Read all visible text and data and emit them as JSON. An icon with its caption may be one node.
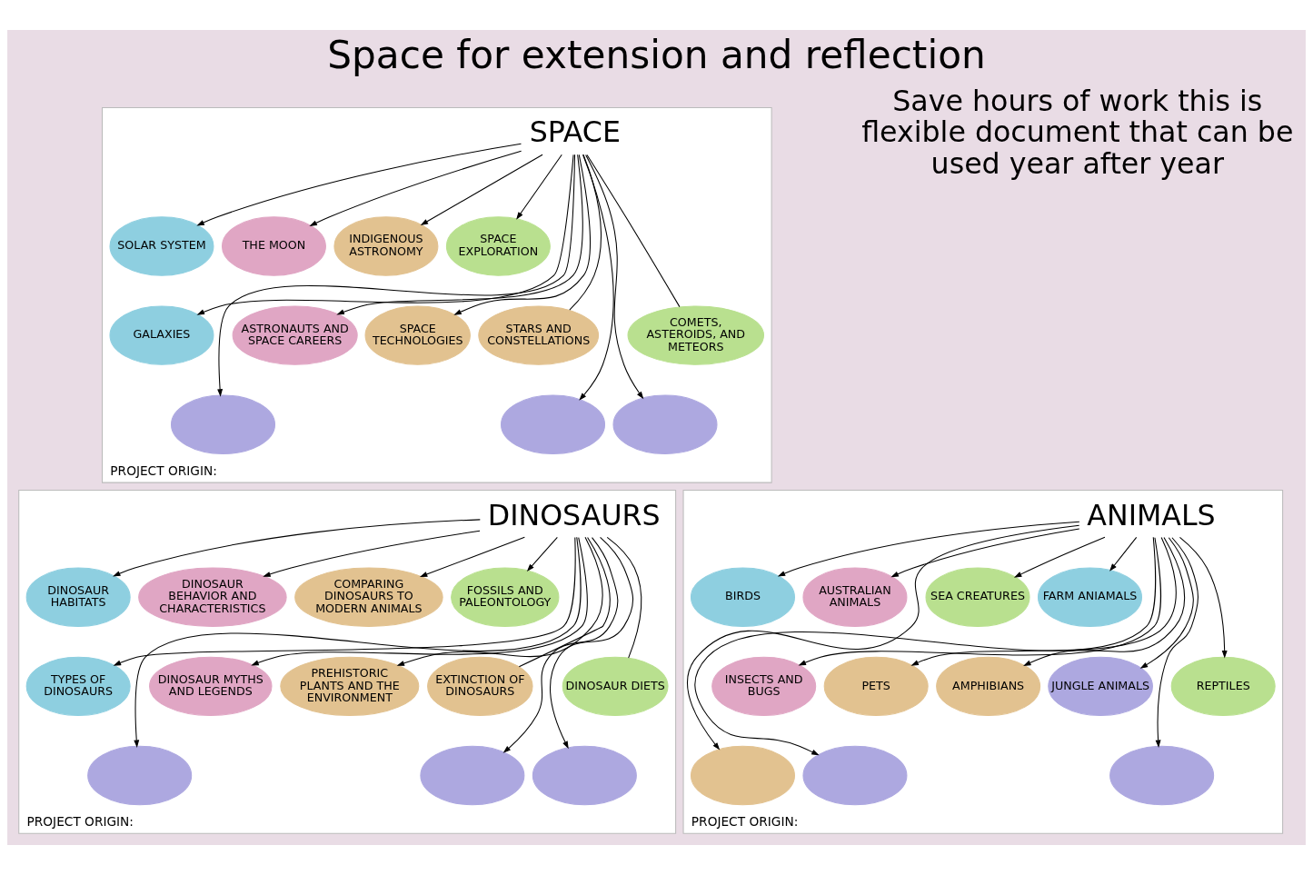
{
  "diagram": {
    "title": "Space for extension and reflection",
    "nodes": [
      {
        "text": [
          "PROJECT ORIGIN:"
        ]
      },
      {
        "text": [
          "SPACE"
        ],
        "in": 0
      },
      {
        "text": [
          "SOLAR SYSTEM"
        ],
        "in": 0
      },
      {
        "text": [
          "THE MOON"
        ],
        "in": 0
      },
      {
        "text": [
          "INDIGENOUS ASTRONOMY"
        ],
        "in": 0
      },
      {
        "text": [
          "SPACE EXPLORATION"
        ],
        "in": 0
      },
      {
        "text": [
          "GALAXIES"
        ],
        "in": 0
      },
      {
        "text": [],
        "shape": "ellipse",
        "in": 0
      },
      {
        "text": [
          "ASTRONAUTS AND SPACE CAREERS"
        ],
        "in": 0
      },
      {
        "text": [
          "SPACE TECHNOLOGIES"
        ],
        "in": 0
      },
      {
        "text": [
          "STARS AND CONSTELLATIONS"
        ],
        "in": 0
      },
      {
        "text": [],
        "shape": "ellipse",
        "in": 0
      },
      {
        "text": [],
        "shape": "ellipse",
        "in": 0
      },
      {
        "text": [
          "COMETS, ASTEROIDS, AND METEORS"
        ],
        "in": 0
      },
      {
        "text": [
          "PROJECT ORIGIN:"
        ]
      },
      {
        "text": [
          "DINOSAURS"
        ],
        "in": 14
      },
      {
        "text": [
          "DINOSAUR HABITATS"
        ],
        "in": 14
      },
      {
        "text": [
          "DINOSAUR BEHAVIOR AND CHARACTERISTICS"
        ],
        "in": 14
      },
      {
        "text": [
          "COMPARING DINOSAURS TO MODERN ANIMALS"
        ],
        "in": 14
      },
      {
        "text": [
          "FOSSILS AND PALEONTOLOGY"
        ],
        "in": 14
      },
      {
        "text": [
          "TYPES OF DINOSAURS"
        ],
        "in": 14
      },
      {
        "text": [],
        "shape": "ellipse",
        "in": 14
      },
      {
        "text": [
          "DINOSAUR MYTHS AND LEGENDS"
        ],
        "in": 14
      },
      {
        "text": [
          "PREHISTORIC PLANTS AND THE ENVIRONMENT"
        ],
        "in": 14
      },
      {
        "text": [
          "EXTINCTION OF DINOSAURS"
        ],
        "in": 14
      },
      {
        "text": [],
        "shape": "ellipse",
        "in": 14
      },
      {
        "text": [],
        "shape": "ellipse",
        "in": 14
      },
      {
        "text": [
          "DINOSAUR DIETS"
        ],
        "in": 14
      },
      {
        "text": [
          "PROJECT ORIGIN:"
        ]
      },
      {
        "text": [
          "ANIMALS"
        ],
        "in": 28
      },
      {
        "text": [
          "BIRDS"
        ],
        "in": 28
      },
      {
        "text": [
          "AUSTRALIAN ANIMALS"
        ],
        "in": 28
      },
      {
        "text": [],
        "shape": "ellipse",
        "in": 28
      },
      {
        "text": [
          "SEA CREATURES"
        ],
        "in": 28
      },
      {
        "text": [
          "FARM ANIAMALS"
        ],
        "in": 28
      },
      {
        "text": [],
        "shape": "ellipse",
        "in": 28
      },
      {
        "text": [
          "INSECTS AND BUGS"
        ],
        "in": 28
      },
      {
        "text": [
          "PETS"
        ],
        "in": 28
      },
      {
        "text": [
          "AMPHIBIANS"
        ],
        "in": 28
      },
      {
        "text": [
          "JUNGLE ANIMALS"
        ],
        "in": 28
      },
      {
        "text": [],
        "shape": "ellipse",
        "in": 28
      },
      {
        "text": [
          "REPTILES"
        ],
        "in": 28
      }
    ],
    "edges": [
      {
        "from": 1,
        "to": 2,
        "arrow": "to"
      },
      {
        "from": 1,
        "to": 3,
        "arrow": "to"
      },
      {
        "from": 1,
        "to": 4,
        "arrow": "to"
      },
      {
        "from": 1,
        "to": 5,
        "arrow": "to"
      },
      {
        "from": 1,
        "to": 6,
        "arrow": "to"
      },
      {
        "from": 1,
        "to": 7,
        "arrow": "to"
      },
      {
        "from": 1,
        "to": 8,
        "arrow": "to"
      },
      {
        "from": 1,
        "to": 9,
        "arrow": "to"
      },
      {
        "from": 1,
        "to": 10,
        "arrow": "none"
      },
      {
        "from": 1,
        "to": 11,
        "arrow": "to"
      },
      {
        "from": 1,
        "to": 12,
        "arrow": "to"
      },
      {
        "from": 1,
        "to": 13,
        "arrow": "none"
      },
      {
        "from": 15,
        "to": 16,
        "arrow": "to"
      },
      {
        "from": 15,
        "to": 17,
        "arrow": "to"
      },
      {
        "from": 15,
        "to": 18,
        "arrow": "to"
      },
      {
        "from": 15,
        "to": 19,
        "arrow": "to"
      },
      {
        "from": 15,
        "to": 20,
        "arrow": "to"
      },
      {
        "from": 15,
        "to": 21,
        "arrow": "to"
      },
      {
        "from": 15,
        "to": 22,
        "arrow": "to"
      },
      {
        "from": 15,
        "to": 23,
        "arrow": "to"
      },
      {
        "from": 15,
        "to": 24,
        "arrow": "none"
      },
      {
        "from": 15,
        "to": 25,
        "arrow": "to"
      },
      {
        "from": 15,
        "to": 26,
        "arrow": "to"
      },
      {
        "from": 15,
        "to": 27,
        "arrow": "none"
      },
      {
        "from": 29,
        "to": 30,
        "arrow": "to"
      },
      {
        "from": 29,
        "to": 31,
        "arrow": "to"
      },
      {
        "from": 29,
        "to": 32,
        "arrow": "to"
      },
      {
        "from": 29,
        "to": 33,
        "arrow": "to"
      },
      {
        "from": 29,
        "to": 34,
        "arrow": "to"
      },
      {
        "from": 29,
        "to": 35,
        "arrow": "to"
      },
      {
        "from": 29,
        "to": 36,
        "arrow": "to"
      },
      {
        "from": 29,
        "to": 37,
        "arrow": "to"
      },
      {
        "from": 29,
        "to": 38,
        "arrow": "to"
      },
      {
        "from": 29,
        "to": 39,
        "arrow": "to"
      },
      {
        "from": 29,
        "to": 40,
        "arrow": "to"
      },
      {
        "from": 29,
        "to": 41,
        "arrow": "to"
      }
    ],
    "labels": [
      "Save hours of work this is flexible document that can be used year after year"
    ]
  }
}
